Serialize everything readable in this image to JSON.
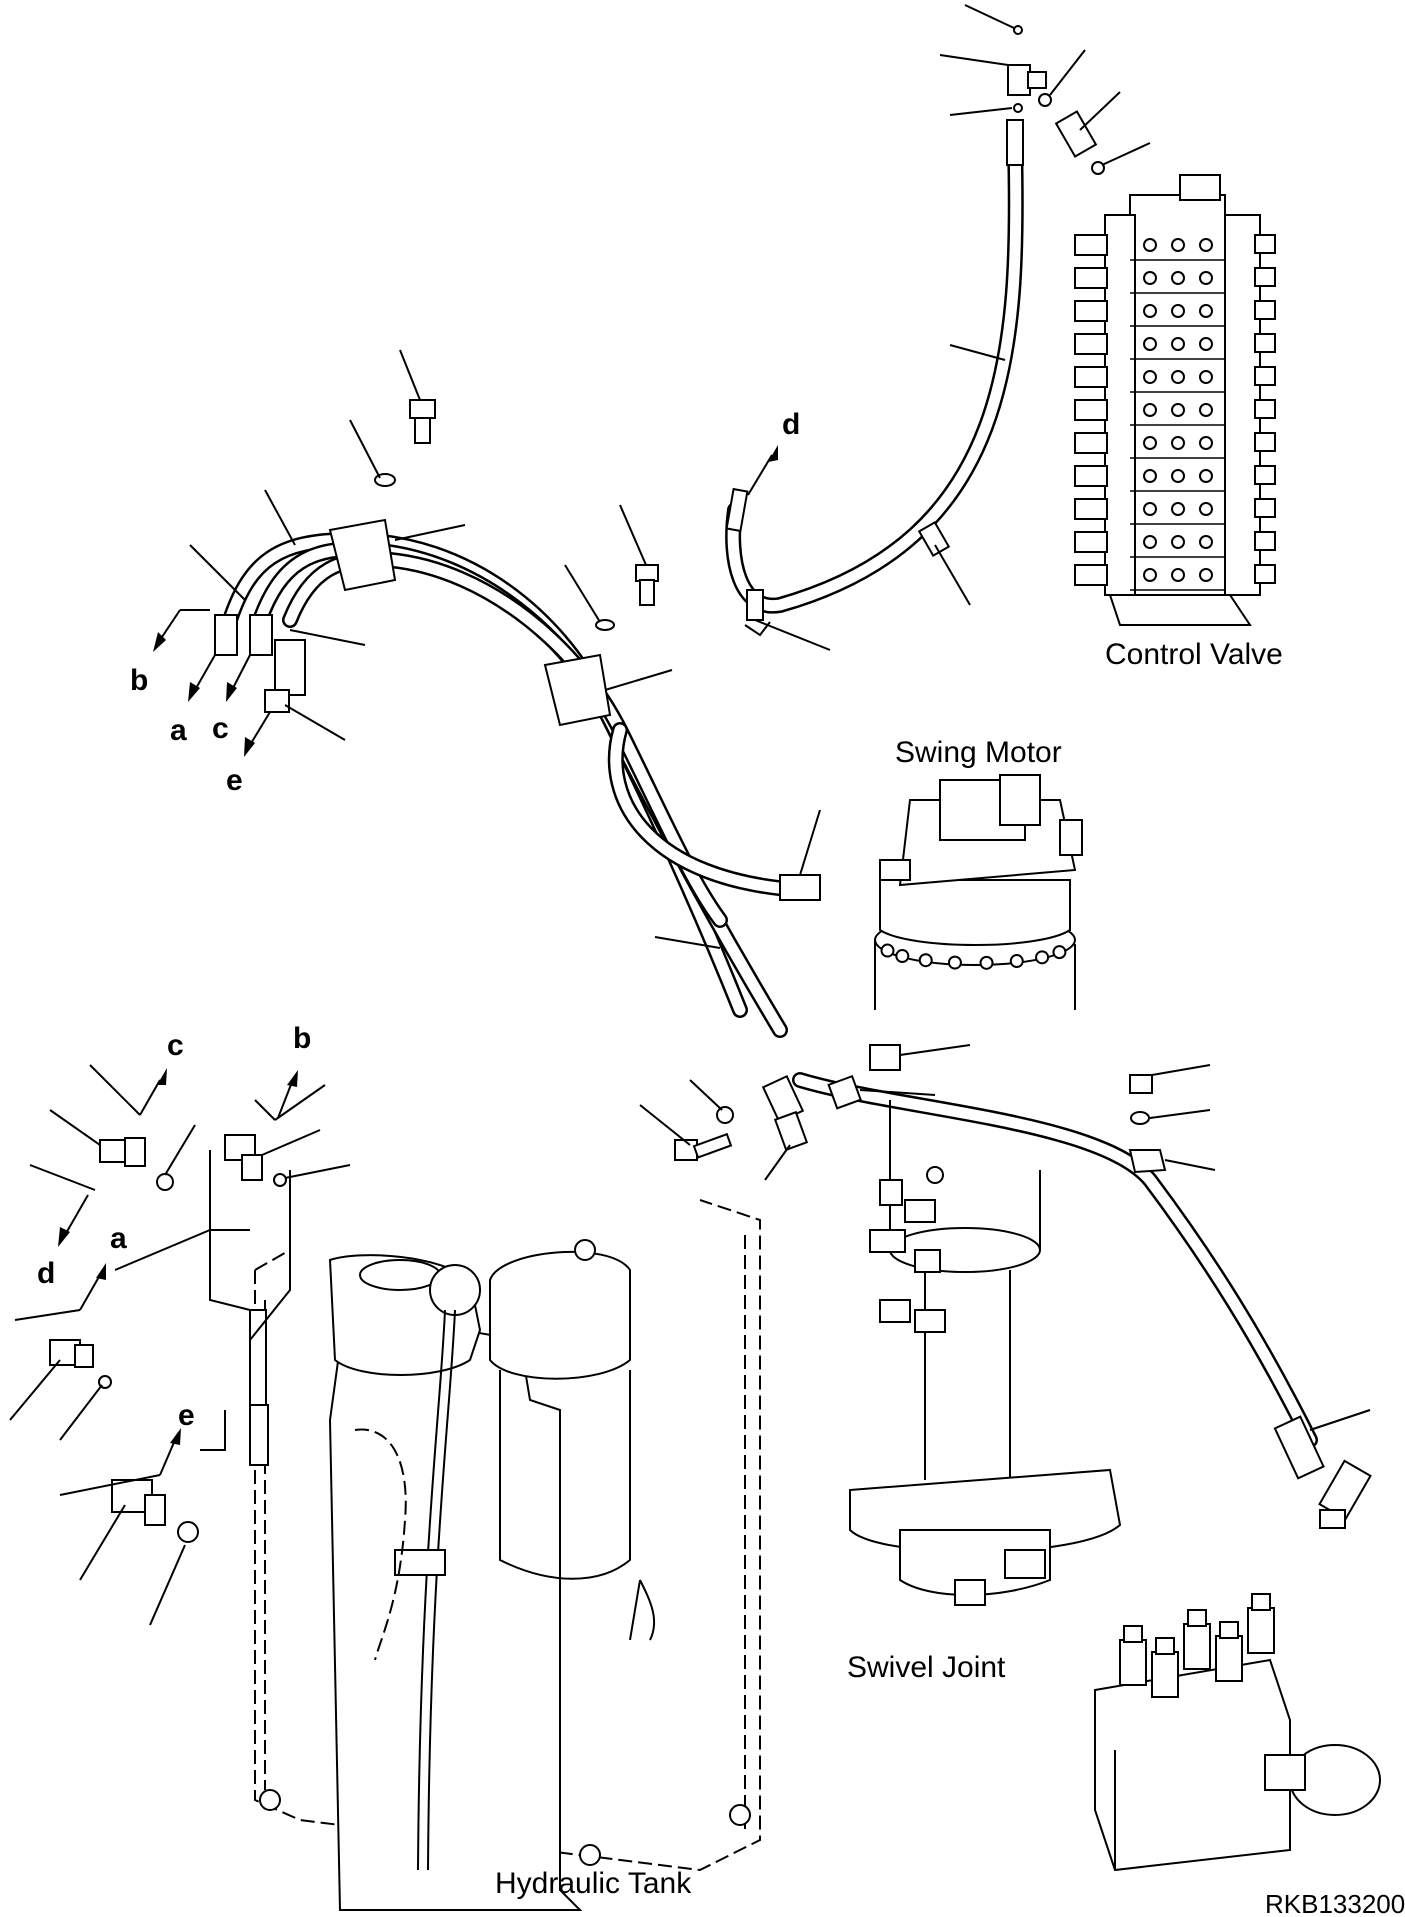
{
  "components": {
    "control_valve": "Control Valve",
    "swing_motor": "Swing Motor",
    "swivel_joint": "Swivel Joint",
    "hydraulic_tank": "Hydraulic Tank"
  },
  "connection_letters": {
    "a": "a",
    "b": "b",
    "c": "c",
    "d": "d",
    "e": "e"
  },
  "drawing_code": "RKB133200"
}
